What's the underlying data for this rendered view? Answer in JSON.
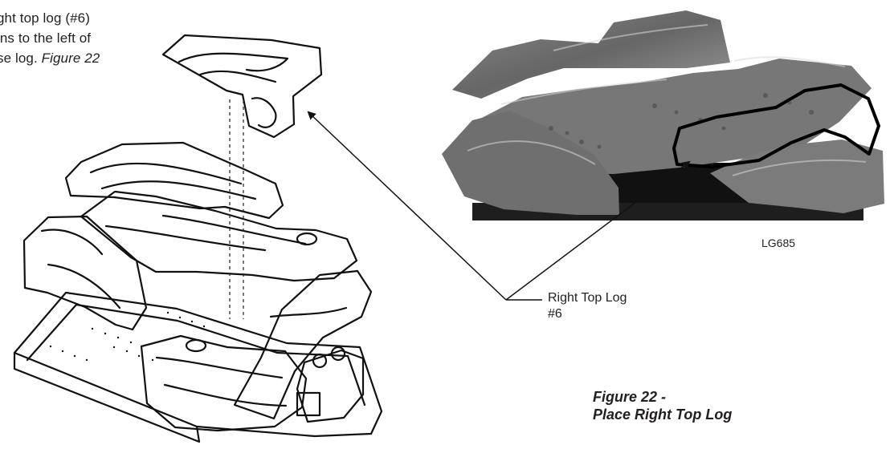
{
  "intro": {
    "line1": "ght top log (#6)",
    "line2": "ins to the left of",
    "line3_prefix": "se log. ",
    "line3_ref": "Figure 22"
  },
  "photo": {
    "code": "LG685"
  },
  "callout": {
    "line1": "Right Top Log",
    "line2": "#6"
  },
  "figure": {
    "line1": "Figure 22 -",
    "line2": "Place Right Top Log"
  }
}
